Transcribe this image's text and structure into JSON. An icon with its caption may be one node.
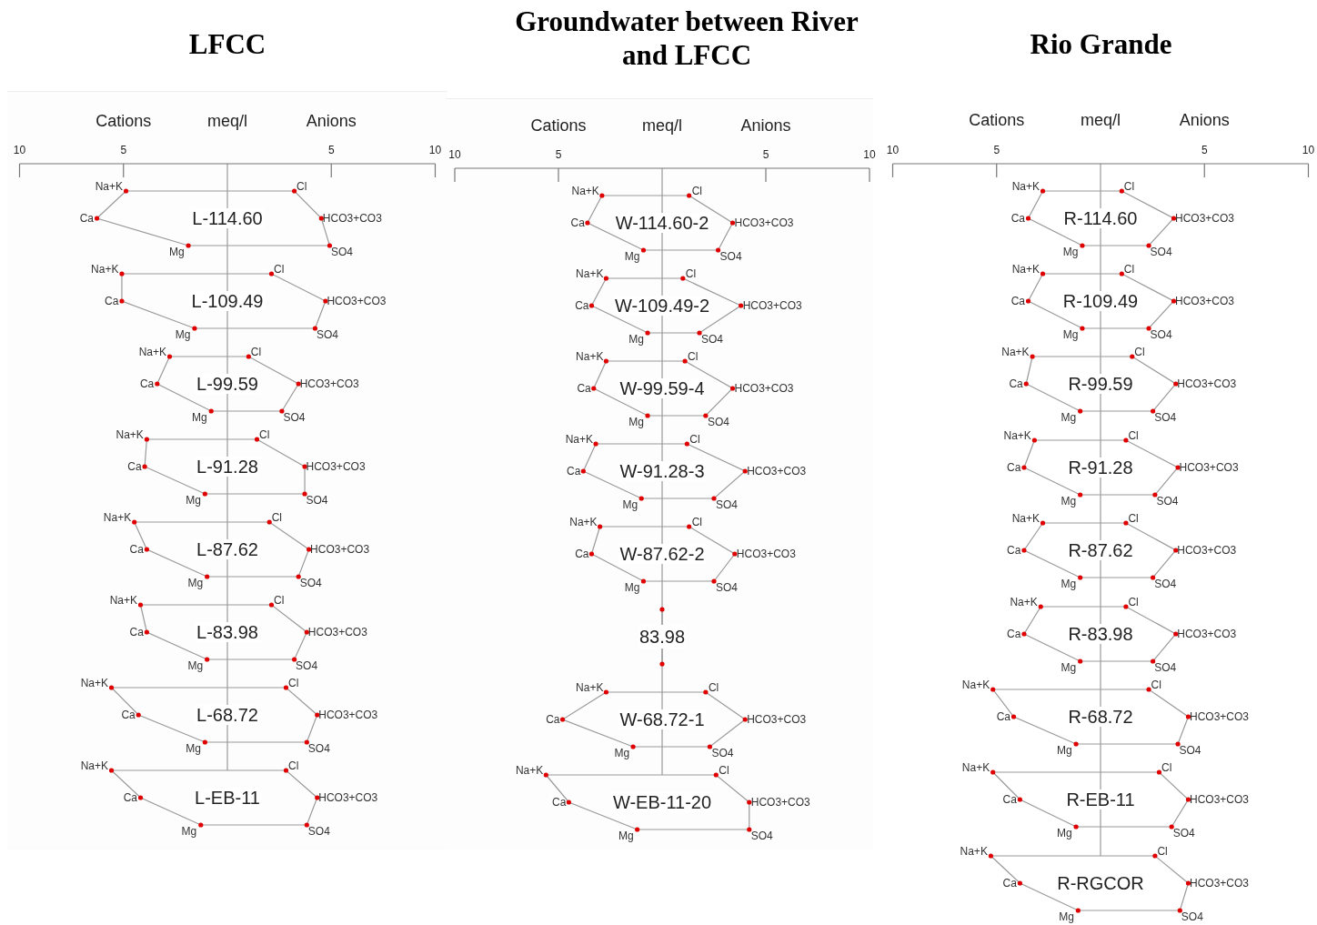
{
  "diagram": {
    "nodes": [
      {
        "text": [
          "LFCC"
        ]
      },
      {
        "text": [
          "L-114.60"
        ],
        "in": 0,
        "beside": [
          "Na+K",
          "Ca",
          "Mg",
          "Cl",
          "HCO3+CO3",
          "SO4"
        ]
      },
      {
        "text": [
          "L-109.49"
        ],
        "in": 0,
        "beside": [
          "Na+K",
          "Ca",
          "Mg",
          "Cl",
          "HCO3+CO3",
          "SO4"
        ]
      },
      {
        "text": [
          "L-99.59"
        ],
        "in": 0,
        "beside": [
          "Na+K",
          "Ca",
          "Mg",
          "Cl",
          "HCO3+CO3",
          "SO4"
        ]
      },
      {
        "text": [
          "L-91.28"
        ],
        "in": 0,
        "beside": [
          "Na+K",
          "Ca",
          "Mg",
          "Cl",
          "HCO3+CO3",
          "SO4"
        ]
      },
      {
        "text": [
          "L-87.62"
        ],
        "in": 0,
        "beside": [
          "Na+K",
          "Ca",
          "Mg",
          "Cl",
          "HCO3+CO3",
          "SO4"
        ]
      },
      {
        "text": [
          "L-83.98"
        ],
        "in": 0,
        "beside": [
          "Na+K",
          "Ca",
          "Mg",
          "Cl",
          "HCO3+CO3",
          "SO4"
        ]
      },
      {
        "text": [
          "L-68.72"
        ],
        "in": 0,
        "beside": [
          "Na+K",
          "Ca",
          "Mg",
          "Cl",
          "HCO3+CO3",
          "SO4"
        ]
      },
      {
        "text": [
          "L-EB-11"
        ],
        "in": 0,
        "beside": [
          "Na+K",
          "Ca",
          "Mg",
          "Cl",
          "HCO3+CO3",
          "SO4"
        ]
      },
      {
        "text": [
          "Groundwater between River and LFCC"
        ]
      },
      {
        "text": [
          "W-114.60-2"
        ],
        "in": 9,
        "beside": [
          "Na+K",
          "Ca",
          "Mg",
          "Cl",
          "HCO3+CO3",
          "SO4"
        ]
      },
      {
        "text": [
          "W-109.49-2"
        ],
        "in": 9,
        "beside": [
          "Na+K",
          "Ca",
          "Mg",
          "Cl",
          "HCO3+CO3",
          "SO4"
        ]
      },
      {
        "text": [
          "W-99.59-4"
        ],
        "in": 9,
        "beside": [
          "Na+K",
          "Ca",
          "Mg",
          "Cl",
          "HCO3+CO3",
          "SO4"
        ]
      },
      {
        "text": [
          "W-91.28-3"
        ],
        "in": 9,
        "beside": [
          "Na+K",
          "Ca",
          "Mg",
          "Cl",
          "HCO3+CO3",
          "SO4"
        ]
      },
      {
        "text": [
          "W-87.62-2"
        ],
        "in": 9,
        "beside": [
          "Na+K",
          "Ca",
          "Mg",
          "Cl",
          "HCO3+CO3",
          "SO4"
        ]
      },
      {
        "text": [
          "83.98"
        ],
        "in": 9
      },
      {
        "text": [
          "W-68.72-1"
        ],
        "in": 9,
        "beside": [
          "Na+K",
          "Ca",
          "Mg",
          "Cl",
          "HCO3+CO3",
          "SO4"
        ]
      },
      {
        "text": [
          "W-EB-11-20"
        ],
        "in": 9,
        "beside": [
          "Na+K",
          "Ca",
          "Mg",
          "Cl",
          "HCO3+CO3",
          "SO4"
        ]
      },
      {
        "text": [
          "Rio Grande"
        ]
      },
      {
        "text": [
          "R-114.60"
        ],
        "in": 18,
        "beside": [
          "Na+K",
          "Ca",
          "Mg",
          "Cl",
          "HCO3+CO3",
          "SO4"
        ]
      },
      {
        "text": [
          "R-109.49"
        ],
        "in": 18,
        "beside": [
          "Na+K",
          "Ca",
          "Mg",
          "Cl",
          "HCO3+CO3",
          "SO4"
        ]
      },
      {
        "text": [
          "R-99.59"
        ],
        "in": 18,
        "beside": [
          "Na+K",
          "Ca",
          "Mg",
          "Cl",
          "HCO3+CO3",
          "SO4"
        ]
      },
      {
        "text": [
          "R-91.28"
        ],
        "in": 18,
        "beside": [
          "Na+K",
          "Ca",
          "Mg",
          "Cl",
          "HCO3+CO3",
          "SO4"
        ]
      },
      {
        "text": [
          "R-87.62"
        ],
        "in": 18,
        "beside": [
          "Na+K",
          "Ca",
          "Mg",
          "Cl",
          "HCO3+CO3",
          "SO4"
        ]
      },
      {
        "text": [
          "R-83.98"
        ],
        "in": 18,
        "beside": [
          "Na+K",
          "Ca",
          "Mg",
          "Cl",
          "HCO3+CO3",
          "SO4"
        ]
      },
      {
        "text": [
          "R-68.72"
        ],
        "in": 18,
        "beside": [
          "Na+K",
          "Ca",
          "Mg",
          "Cl",
          "HCO3+CO3",
          "SO4"
        ]
      },
      {
        "text": [
          "R-EB-11"
        ],
        "in": 18,
        "beside": [
          "Na+K",
          "Ca",
          "Mg",
          "Cl",
          "HCO3+CO3",
          "SO4"
        ]
      },
      {
        "text": [
          "R-RGCOR"
        ],
        "in": 18,
        "beside": [
          "Na+K",
          "Ca",
          "Mg",
          "Cl",
          "HCO3+CO3",
          "SO4"
        ]
      }
    ],
    "labels": [
      "Cations",
      "meq/l",
      "Anions",
      "10",
      "5",
      "5",
      "10",
      "Cations",
      "meq/l",
      "Anions",
      "10",
      "5",
      "5",
      "10",
      "Cations",
      "meq/l",
      "Anions",
      "10",
      "5",
      "5",
      "10"
    ]
  }
}
